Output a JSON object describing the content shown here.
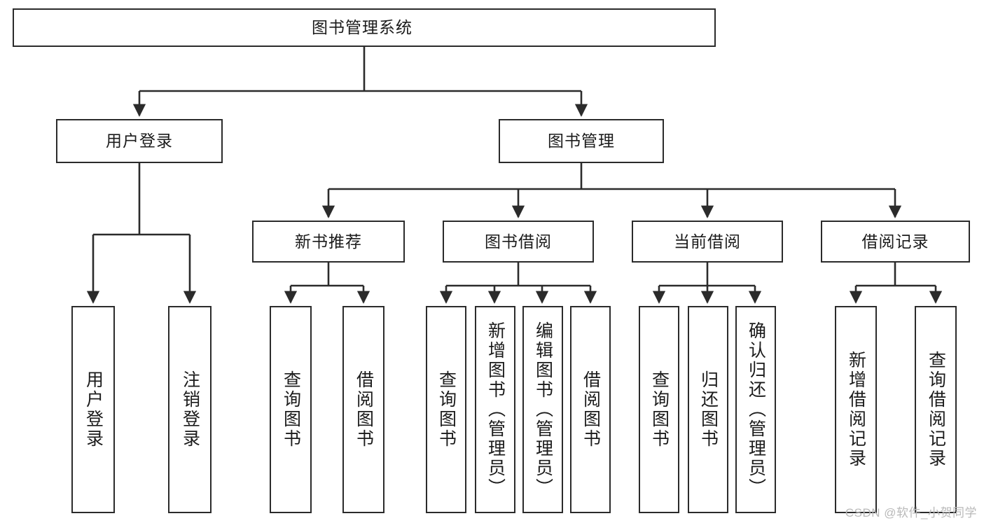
{
  "diagram": {
    "title": "图书管理系统",
    "type": "tree-hierarchy",
    "orientation": "top-down",
    "colors": {
      "box_border": "#2b2b2b",
      "box_fill": "#ffffff",
      "edge": "#2b2b2b",
      "text": "#1b1b1b",
      "watermark": "#b9b9b9",
      "background": "#ffffff"
    }
  },
  "root": {
    "label": "图书管理系统"
  },
  "level2": [
    {
      "label": "用户登录"
    },
    {
      "label": "图书管理"
    }
  ],
  "level3": [
    {
      "label": "新书推荐"
    },
    {
      "label": "图书借阅"
    },
    {
      "label": "当前借阅"
    },
    {
      "label": "借阅记录"
    }
  ],
  "leaves": {
    "user_login": [
      {
        "label": "用户登录"
      },
      {
        "label": "注销登录"
      }
    ],
    "new_book_recommend": [
      {
        "label": "查询图书"
      },
      {
        "label": "借阅图书"
      }
    ],
    "book_borrow": [
      {
        "label": "查询图书"
      },
      {
        "label": "新增图书（管理员）"
      },
      {
        "label": "编辑图书（管理员）"
      },
      {
        "label": "借阅图书"
      }
    ],
    "current_borrow": [
      {
        "label": "查询图书"
      },
      {
        "label": "归还图书"
      },
      {
        "label": "确认归还（管理员）"
      }
    ],
    "borrow_record": [
      {
        "label": "新增借阅记录"
      },
      {
        "label": "查询借阅记录"
      }
    ]
  },
  "watermark": {
    "text": "CSDN @软件_小贺同学"
  }
}
